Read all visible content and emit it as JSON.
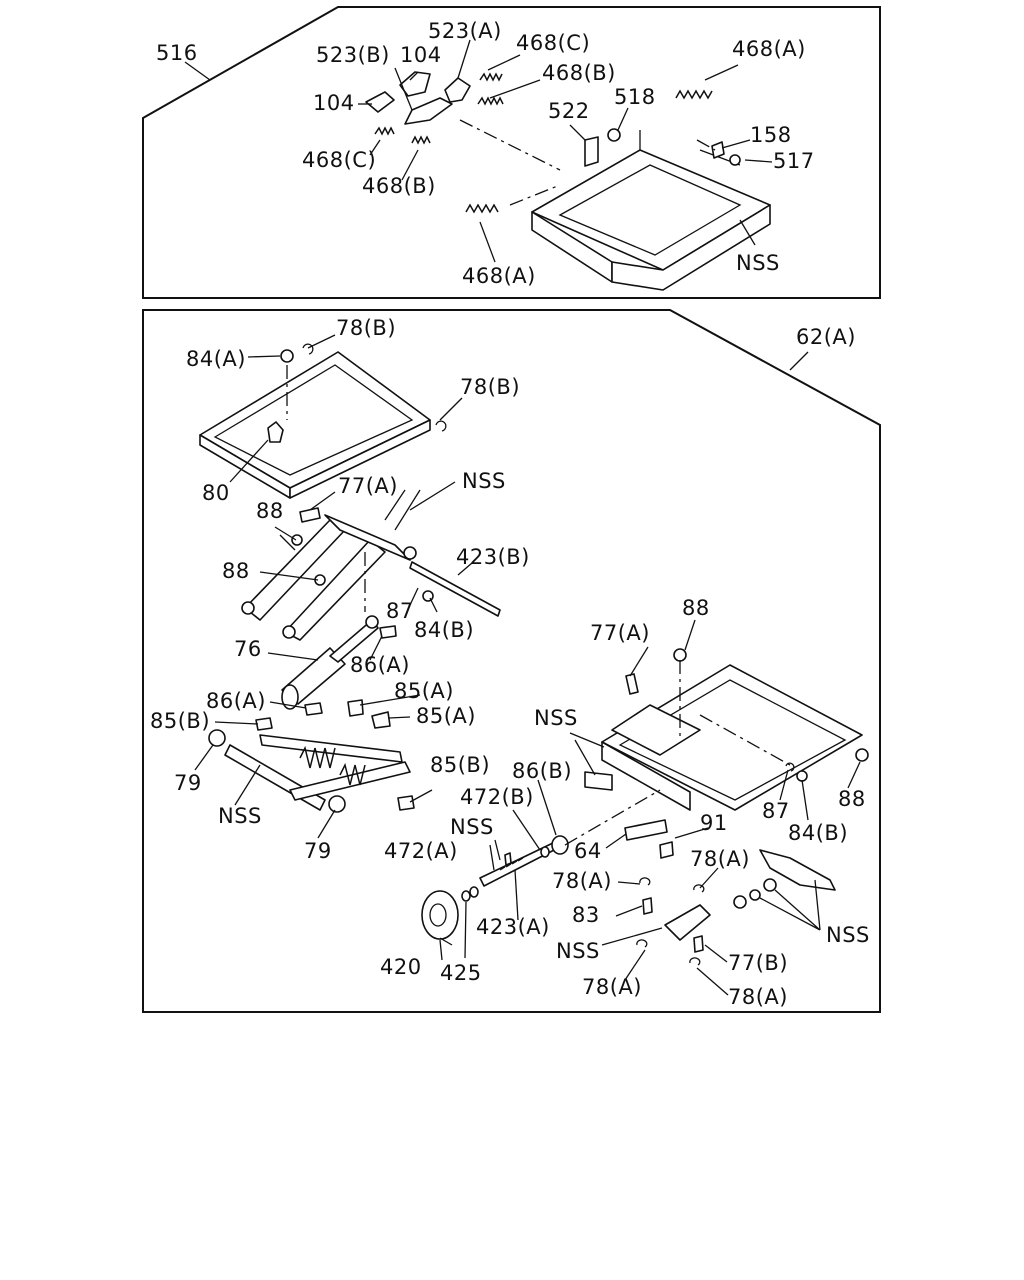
{
  "labels": {
    "l_516": "516",
    "l_523b": "523(B)",
    "l_104a": "104",
    "l_523a": "523(A)",
    "l_468c_top": "468(C)",
    "l_468b_top": "468(B)",
    "l_468a_top": "468(A)",
    "l_104b": "104",
    "l_522": "522",
    "l_518": "518",
    "l_158": "158",
    "l_517": "517",
    "l_468c_bot": "468(C)",
    "l_468b_bot": "468(B)",
    "l_nss_top": "NSS",
    "l_468a_bot": "468(A)",
    "l_78b_1": "78(B)",
    "l_62a": "62(A)",
    "l_84a": "84(A)",
    "l_78b_2": "78(B)",
    "l_80": "80",
    "l_nss_1": "NSS",
    "l_77a_1": "77(A)",
    "l_88_1": "88",
    "l_423b": "423(B)",
    "l_88_2": "88",
    "l_87_1": "87",
    "l_84b_1": "84(B)",
    "l_76": "76",
    "l_86a_1": "86(A)",
    "l_77a_2": "77(A)",
    "l_88_3": "88",
    "l_86a_2": "86(A)",
    "l_85a_1": "85(A)",
    "l_85b_1": "85(B)",
    "l_85a_2": "85(A)",
    "l_nss_2": "NSS",
    "l_79_1": "79",
    "l_85b_2": "85(B)",
    "l_86b": "86(B)",
    "l_nss_3": "NSS",
    "l_472b": "472(B)",
    "l_87_2": "87",
    "l_88_4": "88",
    "l_84b_2": "84(B)",
    "l_91": "91",
    "l_79_2": "79",
    "l_nss_4": "NSS",
    "l_472a": "472(A)",
    "l_64": "64",
    "l_78a_1": "78(A)",
    "l_78a_2": "78(A)",
    "l_83": "83",
    "l_423a": "423(A)",
    "l_nss_5": "NSS",
    "l_nss_6": "NSS",
    "l_420": "420",
    "l_425": "425",
    "l_78a_3": "78(A)",
    "l_77b": "77(B)",
    "l_78a_4": "78(A)"
  }
}
